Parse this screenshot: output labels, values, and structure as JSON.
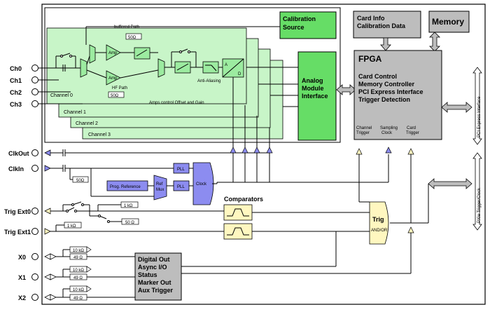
{
  "calibration": {
    "line1": "Calibration",
    "line2": "Source"
  },
  "card_info": {
    "line1": "Card Info",
    "line2": "Calibration Data"
  },
  "memory": {
    "label": "Memory"
  },
  "fpga": {
    "title": "FPGA",
    "functions": [
      "Card Control",
      "Memory Controller",
      "PCI Express Interface",
      "Trigger Detection"
    ],
    "ports": {
      "channel_trigger": [
        "Channel",
        "Trigger"
      ],
      "sampling_clock": [
        "Sampling",
        "Clock"
      ],
      "card_trigger": [
        "Card",
        "Trigger"
      ]
    }
  },
  "analog_module": {
    "line1": "Analog",
    "line2": "Module",
    "line3": "Interface"
  },
  "channels": {
    "labels": [
      "Channel 0",
      "Channel 1",
      "Channel 2",
      "Channel 3"
    ],
    "buffered_path": "buffered Path",
    "hf_path": "HF Path",
    "amp": "Amp",
    "res_50": "50Ω",
    "anti_aliasing": "Anti-Aliasing",
    "amps_note": "Amps control Offset and Gain",
    "adc_a": "A",
    "adc_d": "D"
  },
  "inputs": {
    "ch": [
      "Ch0",
      "Ch1",
      "Ch2",
      "Ch3"
    ],
    "clkout": "ClkOut",
    "clkin": "ClkIn",
    "trig_ext0": "Trig Ext0",
    "trig_ext1": "Trig Ext1",
    "x": [
      "X0",
      "X1",
      "X2"
    ]
  },
  "clock": {
    "pll": "PLL",
    "prog_ref": "Prog. Reference",
    "ref_mux": [
      "Ref",
      "Mux"
    ],
    "clock": "Clock",
    "res_50": "50Ω"
  },
  "trigger": {
    "comparators": "Comparators",
    "trig": "Trig",
    "and_or": "AND/OR",
    "res_1k": "1 kΩ",
    "res_50": "50 Ω"
  },
  "digital": {
    "lines": [
      "Digital Out",
      "Async I/O",
      "Status",
      "Marker Out",
      "Aux Trigger"
    ],
    "res_10k": "10 kΩ",
    "res_49": "49 Ω"
  },
  "bus": {
    "pci_express": "PCI Express Interface",
    "pxie_trigger": "PXIe Trigger/Clock"
  },
  "colors": {
    "green_dark": "#66dd66",
    "green_light": "#c8f5c8",
    "gray": "#bdbdbd",
    "blue": "#8c8cf0",
    "yellow": "#fff7c0",
    "green_amp": "#9ceba0"
  }
}
